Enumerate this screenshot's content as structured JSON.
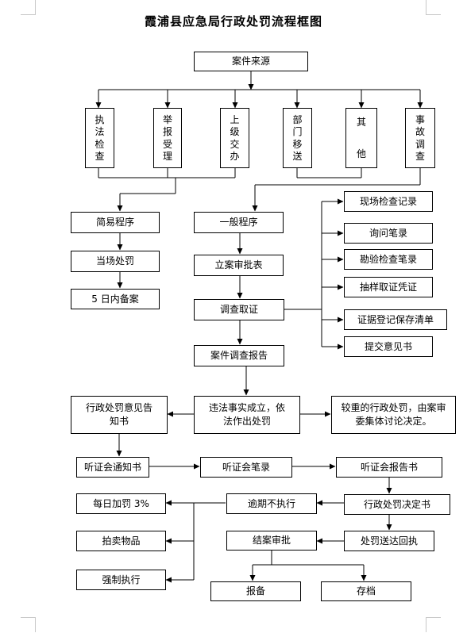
{
  "title": "霞浦县应急局行政处罚流程框图",
  "nodes": {
    "source": "案件来源",
    "src_inspect": [
      "执",
      "法",
      "检",
      "查"
    ],
    "src_report": [
      "举",
      "报",
      "受",
      "理"
    ],
    "src_superior": [
      "上",
      "级",
      "交",
      "办"
    ],
    "src_transfer": [
      "部",
      "门",
      "移",
      "送"
    ],
    "src_other": [
      "其",
      "他"
    ],
    "src_accident": [
      "事",
      "故",
      "调",
      "查"
    ],
    "simple": "简易程序",
    "general": "一般程序",
    "onsite_penalty": "当场处罚",
    "filing_5day": "5 日内备案",
    "case_approval": "立案审批表",
    "investigation": "调查取证",
    "investigation_report": "案件调查报告",
    "onsite_record": "现场检查记录",
    "inquiry_record": "询问笔录",
    "survey_record": "勘验检查笔录",
    "sampling": "抽样取证凭证",
    "evidence_list": "证据登记保存清单",
    "submit_opinion": "提交意见书",
    "penalty_notice": "行政处罚意见告知书",
    "violation": "违法事实成立，依法作出处罚",
    "collective": "较重的行政处罚，由案审委集体讨论决定。",
    "hearing_notice": "听证会通知书",
    "hearing_record": "听证会笔录",
    "hearing_report": "听证会报告书",
    "daily_fine": "每日加罚 3%",
    "overdue": "逾期不执行",
    "decision": "行政处罚决定书",
    "auction": "拍卖物品",
    "closing": "结案审批",
    "delivery": "处罚送达回执",
    "enforce": "强制执行",
    "report": "报备",
    "archive": "存档"
  }
}
